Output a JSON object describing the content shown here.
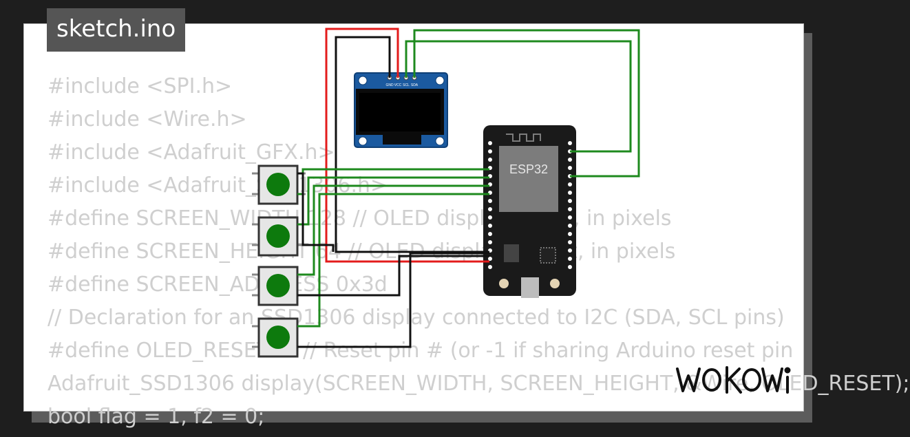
{
  "tab": {
    "filename": "sketch.ino"
  },
  "code_lines": [
    "#include <SPI.h>",
    "#include <Wire.h>",
    "#include <Adafruit_GFX.h>",
    "#include <Adafruit_SSD1306.h>",
    "#define SCREEN_WIDTH 128 // OLED display width, in pixels",
    "#define SCREEN_HEIGHT 64 // OLED display height, in pixels",
    "#define SCREEN_ADDRESS 0x3d",
    "// Declaration for an SSD1306 display connected to I2C (SDA, SCL pins)",
    "#define OLED_RESET -1 // Reset pin # (or -1 if sharing Arduino reset pin",
    "Adafruit_SSD1306 display(SCREEN_WIDTH, SCREEN_HEIGHT, &Wire, OLED_RESET);",
    "bool flag = 1, f2 = 0;"
  ],
  "oled": {
    "pins": [
      "GND",
      "VCC",
      "SCL",
      "SDA"
    ]
  },
  "esp32": {
    "label": "ESP32"
  },
  "branding": {
    "logo": "WOKWi"
  },
  "colors": {
    "wire_red": "#e31b1b",
    "wire_black": "#111111",
    "wire_green": "#1e8a1e",
    "board": "#1a1a1a",
    "oled_pcb": "#1b5aa0",
    "button_cap": "#0d7a0d"
  }
}
